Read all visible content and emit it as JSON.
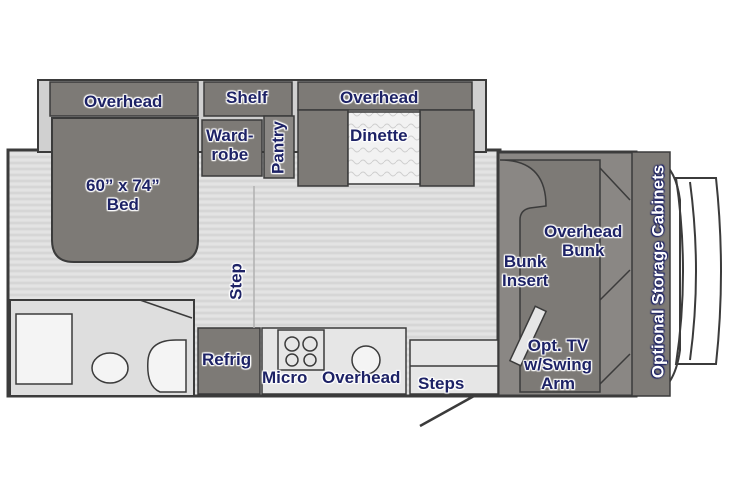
{
  "colors": {
    "label": "#1d2266",
    "floor": "#dcdcdc",
    "cabinet": "#7d7a76",
    "wall": "#3b3b3b"
  },
  "labels": {
    "overhead_left": "Overhead",
    "shelf": "Shelf",
    "overhead_top": "Overhead",
    "wardrobe_line1": "Ward-",
    "wardrobe_line2": "robe",
    "pantry": "Pantry",
    "dinette": "Dinette",
    "bed_line1": "60” x 74”",
    "bed_line2": "Bed",
    "step": "Step",
    "bunk_insert_line1": "Bunk",
    "bunk_insert_line2": "Insert",
    "overhead_bunk_line1": "Overhead",
    "overhead_bunk_line2": "Bunk",
    "optional_storage": "Optional Storage Cabinets",
    "refrig": "Refrig",
    "micro": "Micro",
    "overhead_bottom": "Overhead",
    "steps": "Steps",
    "tv_line1": "Opt. TV",
    "tv_line2": "w/Swing",
    "tv_line3": "Arm"
  }
}
